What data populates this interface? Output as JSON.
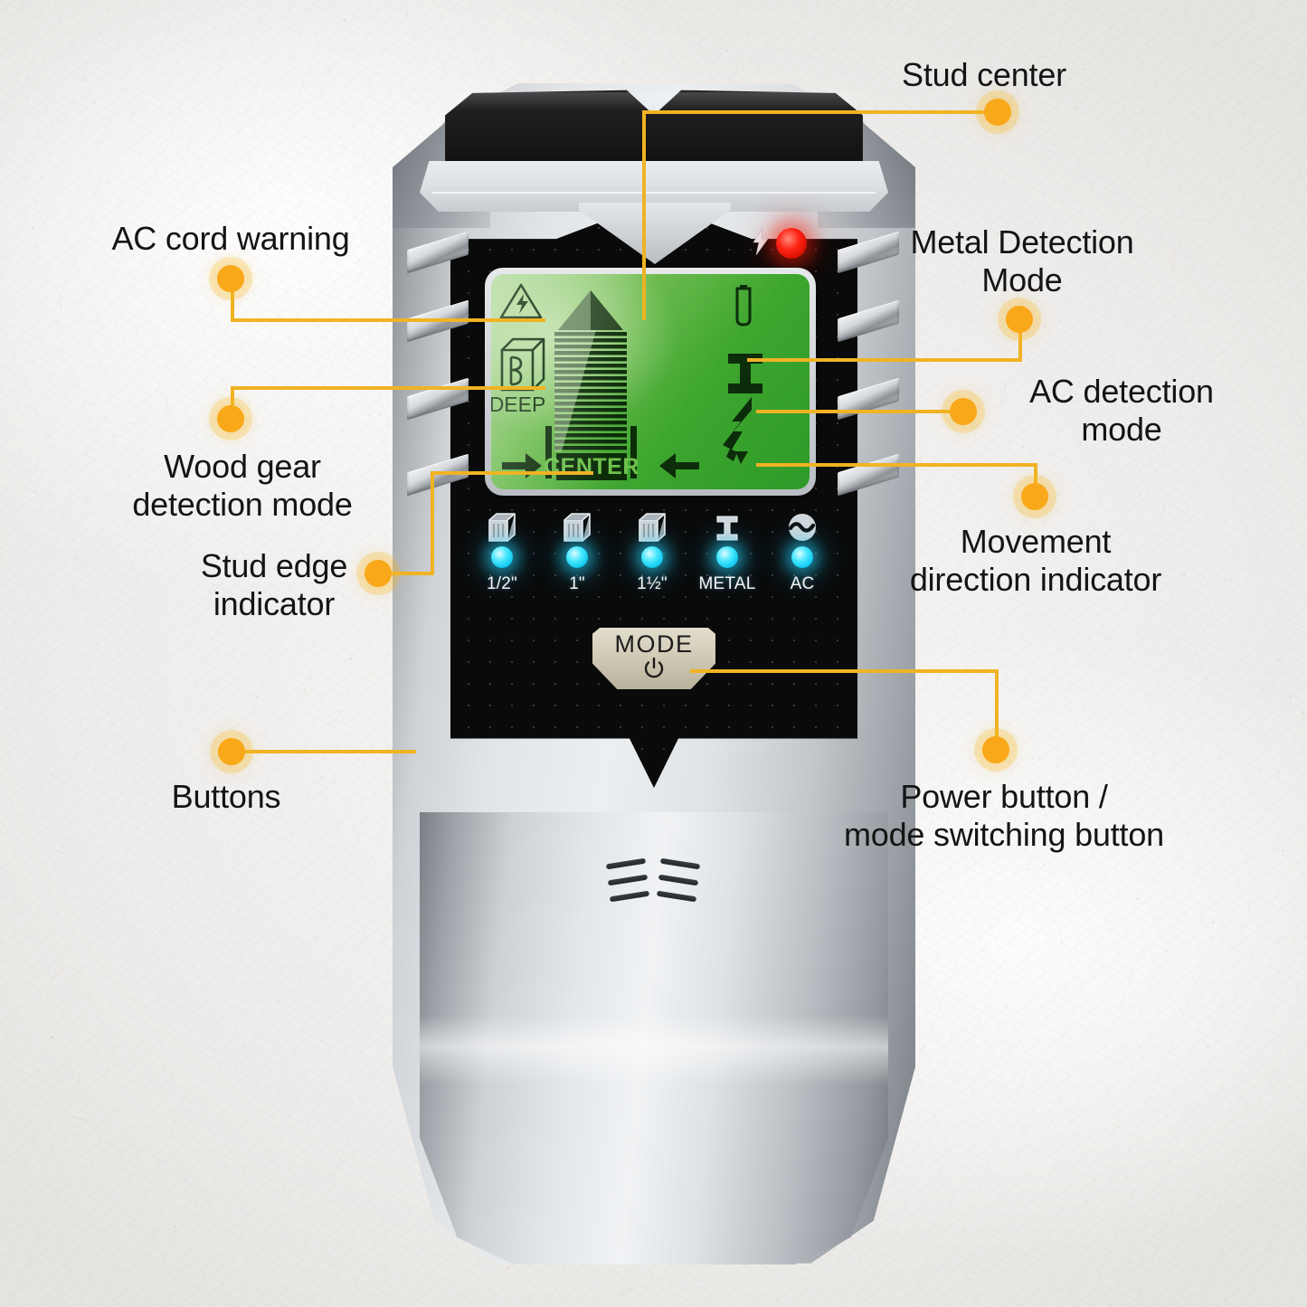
{
  "device": {
    "name": "wall-stud-finder",
    "mode_button": {
      "label": "MODE",
      "icon": "power-icon"
    },
    "ac_warning_led": {
      "icon": "lightning-bolt-icon",
      "color": "#ff2414",
      "state": "on"
    },
    "lcd": {
      "background_color": "#3da62f",
      "ink_color": "#0c2d0a",
      "center_label": "CENTER",
      "deep_label": "DEEP",
      "icons": [
        {
          "name": "ac-cord-warning-icon",
          "desc": "triangle with lightning bolt"
        },
        {
          "name": "wood-deep-mode-icon",
          "desc": "3D wood block cube"
        },
        {
          "name": "battery-icon",
          "desc": "battery level"
        },
        {
          "name": "metal-detection-icon",
          "desc": "I-beam"
        },
        {
          "name": "ac-detection-icon",
          "desc": "lightning bolt with arrow"
        },
        {
          "name": "stud-center-bargraph-icon",
          "desc": "bar graph ramp peaking at center"
        },
        {
          "name": "arrow-right-icon",
          "desc": "move right indicator"
        },
        {
          "name": "arrow-left-icon",
          "desc": "move left indicator"
        },
        {
          "name": "stud-edge-bar-left-icon",
          "desc": "left edge marker bar"
        },
        {
          "name": "stud-edge-bar-right-icon",
          "desc": "right edge marker bar"
        }
      ]
    },
    "leds": [
      {
        "label": "1/2\"",
        "icon": "wood-block-icon",
        "color": "#49e8ff",
        "state": "on"
      },
      {
        "label": "1\"",
        "icon": "wood-block-icon",
        "color": "#49e8ff",
        "state": "on"
      },
      {
        "label": "1½\"",
        "icon": "wood-block-icon",
        "color": "#49e8ff",
        "state": "on"
      },
      {
        "label": "METAL",
        "icon": "i-beam-icon",
        "color": "#49e8ff",
        "state": "on"
      },
      {
        "label": "AC",
        "icon": "ac-wave-icon",
        "color": "#49e8ff",
        "state": "on"
      }
    ]
  },
  "annotations": {
    "accent_color": "#f0b323",
    "dot_color": "#f9a81a",
    "text_color": "#141414",
    "items": [
      {
        "id": "stud-center",
        "label": "Stud center"
      },
      {
        "id": "ac-cord-warning",
        "label": "AC cord warning"
      },
      {
        "id": "wood-gear-mode",
        "label": "Wood gear\ndetection mode"
      },
      {
        "id": "stud-edge-indicator",
        "label": "Stud edge\nindicator"
      },
      {
        "id": "buttons",
        "label": "Buttons"
      },
      {
        "id": "metal-detection",
        "label": "Metal Detection\nMode"
      },
      {
        "id": "ac-detection",
        "label": "AC detection\nmode"
      },
      {
        "id": "movement-direction",
        "label": "Movement\ndirection indicator"
      },
      {
        "id": "power-button",
        "label": "Power button /\nmode switching button"
      }
    ]
  }
}
